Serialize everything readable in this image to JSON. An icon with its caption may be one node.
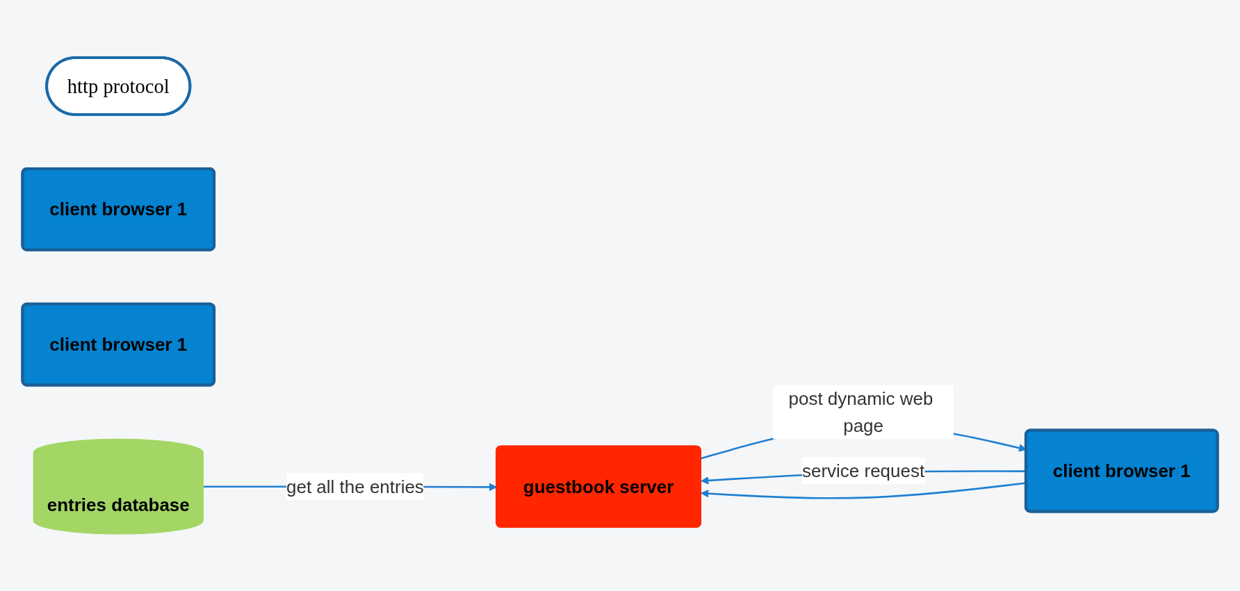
{
  "diagram": {
    "nodes": [
      {
        "text": [
          "http protocol"
        ]
      },
      {
        "text": [
          "client browser 1"
        ]
      },
      {
        "text": [
          "guestbook server"
        ]
      },
      {
        "text": [
          "client browser 1"
        ]
      },
      {
        "text": [
          "client browser 1"
        ]
      },
      {
        "text": [
          "entries database"
        ]
      }
    ],
    "edges": [
      {
        "from": 3,
        "to": 2,
        "arrow": "to",
        "label": "service request"
      },
      {
        "from": 2,
        "to": 3,
        "arrow": "to",
        "label": "post dynamic web page"
      },
      {
        "from": 3,
        "to": 2,
        "arrow": "to"
      },
      {
        "from": 5,
        "to": 2,
        "arrow": "to",
        "label": "get all the entries"
      }
    ]
  }
}
